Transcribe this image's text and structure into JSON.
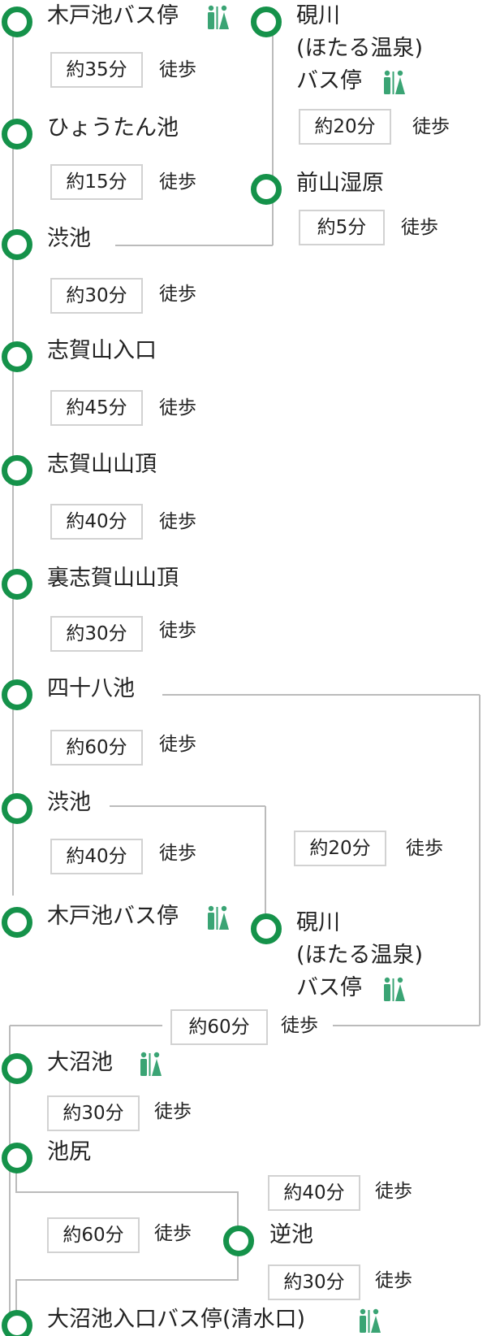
{
  "colors": {
    "node": "#15924a",
    "line": "#bbbbbb",
    "box_border": "#d2d2d2",
    "toilet_icon": "#3aa474"
  },
  "stops": {
    "kidoike_bus_1": "木戸池バス停",
    "hyoutan": "ひょうたん池",
    "shibu_1": "渋池",
    "shiga_iriguchi": "志賀山入口",
    "shiga_sancho": "志賀山山頂",
    "urashiga": "裏志賀山山頂",
    "shijuhachi": "四十八池",
    "shibu_2": "渋池",
    "kidoike_bus_2": "木戸池バス停",
    "onuma": "大沼池",
    "ikejiri": "池尻",
    "sakasa": "逆池",
    "onuma_iriguchi": "大沼池入口バス停(清水口)",
    "suzurikawa_1": {
      "line1": "硯川",
      "line2": "(ほたる温泉)",
      "line3": "バス停"
    },
    "maeyama": "前山湿原",
    "suzurikawa_2": {
      "line1": "硯川",
      "line2": "(ほたる温泉)",
      "line3": "バス停"
    }
  },
  "walk_label": "徒歩",
  "times": {
    "t1": "約35分",
    "t2": "約15分",
    "t3": "約30分",
    "t4": "約45分",
    "t5": "約40分",
    "t6": "約30分",
    "t7": "約60分",
    "t8": "約40分",
    "r1": "約20分",
    "r2": "約5分",
    "r3": "約20分",
    "t9": "約60分",
    "t10": "約30分",
    "t11": "約40分",
    "t12": "約60分",
    "t13": "約30分"
  },
  "icons": {
    "toilet": "toilet-icon"
  }
}
